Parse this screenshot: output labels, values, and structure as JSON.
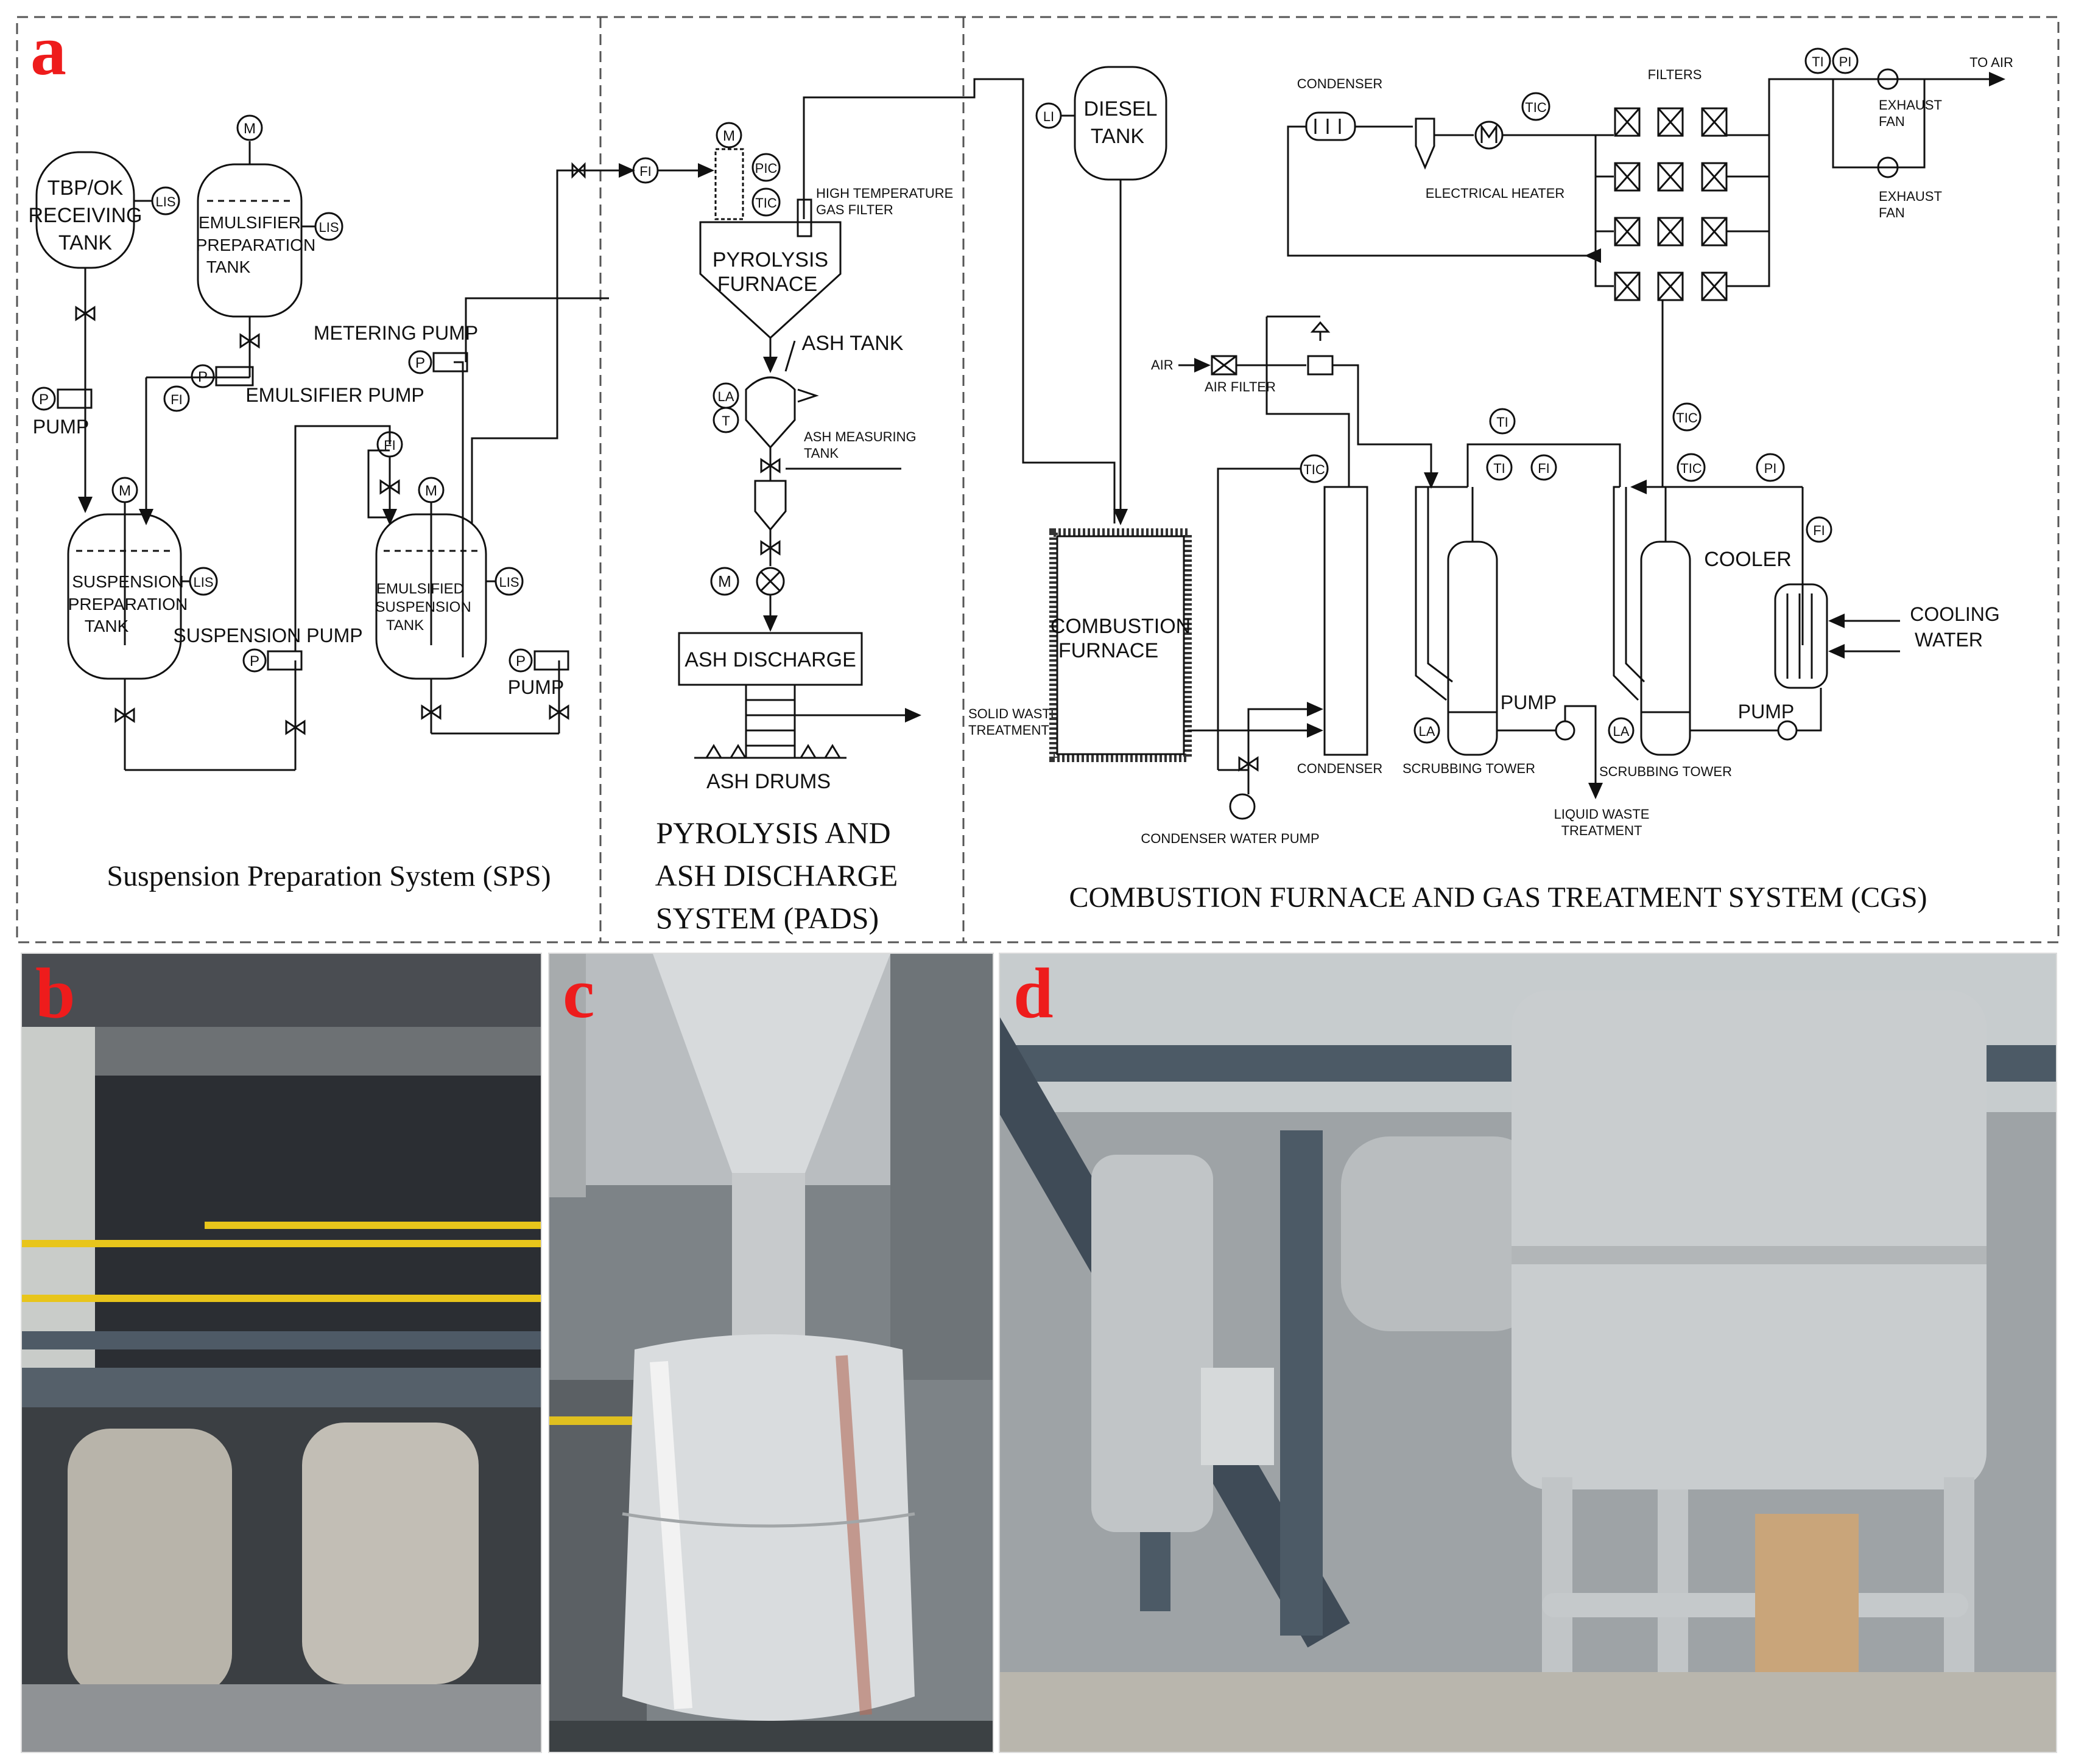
{
  "panels": {
    "a": "a",
    "b": "b",
    "c": "c",
    "d": "d"
  },
  "sections": {
    "sps": "Suspension Preparation System (SPS)",
    "pads": [
      "PYROLYSIS AND",
      "ASH DISCHARGE",
      "SYSTEM (PADS)"
    ],
    "cgs": "COMBUSTION FURNACE AND GAS TREATMENT SYSTEM (CGS)"
  },
  "sps": {
    "tbp_tank": [
      "TBP/OK",
      "RECEIVING",
      "TANK"
    ],
    "emulsifier_tank": [
      "EMULSIFIER",
      "PREPARATION",
      "TANK"
    ],
    "suspension_tank": [
      "SUSPENSION",
      "PREPARATION",
      "TANK"
    ],
    "emulsified_tank": [
      "EMULSIFIED",
      "SUSPENSION",
      "TANK"
    ],
    "pump": "PUMP",
    "pump2": "PUMP",
    "metering_pump": "METERING  PUMP",
    "emulsifier_pump": "EMULSIFIER PUMP",
    "suspension_pump": "SUSPENSION  PUMP"
  },
  "pads": {
    "furnace": [
      "PYROLYSIS",
      "FURNACE"
    ],
    "hot_filter": [
      "HIGH TEMPERATURE",
      "GAS FILTER"
    ],
    "ash_tank": "ASH TANK",
    "ash_measuring": [
      "ASH MEASURING",
      "TANK"
    ],
    "ash_discharge": "ASH DISCHARGE",
    "ash_drums": "ASH DRUMS",
    "solid_waste": [
      "SOLID WASTE",
      "TREATMENT"
    ]
  },
  "cgs": {
    "diesel_tank": [
      "DIESEL",
      "TANK"
    ],
    "combustion_furnace": [
      "COMBUSTION",
      "FURNACE"
    ],
    "condenser_top": "CONDENSER",
    "electrical_heater": "ELECTRICAL HEATER",
    "filters": "FILTERS",
    "to_air": "TO AIR",
    "exhaust_fan_1": [
      "EXHAUST",
      "FAN"
    ],
    "exhaust_fan_2": [
      "EXHAUST",
      "FAN"
    ],
    "air": "AIR",
    "air_filter": "AIR FILTER",
    "condenser_bottom": "CONDENSER",
    "condenser_water_pump": "CONDENSER WATER PUMP",
    "scrubbing_tower_1": "SCRUBBING TOWER",
    "scrubbing_tower_2": "SCRUBBING TOWER",
    "pump_1": "PUMP",
    "pump_2": "PUMP",
    "liquid_waste": [
      "LIQUID WASTE",
      "TREATMENT"
    ],
    "cooler": "COOLER",
    "cooling_water": [
      "COOLING",
      "WATER"
    ]
  },
  "instruments": {
    "lis": "LIS",
    "fi": "FI",
    "pic": "PIC",
    "tic": "TIC",
    "li": "LI",
    "la": "LA",
    "t": "T",
    "ti": "TI",
    "pi": "PI",
    "p": "P",
    "m": "M"
  },
  "colors": {
    "panel_letter": "#ee1c1c",
    "line": "#111111",
    "border": "#555555"
  }
}
